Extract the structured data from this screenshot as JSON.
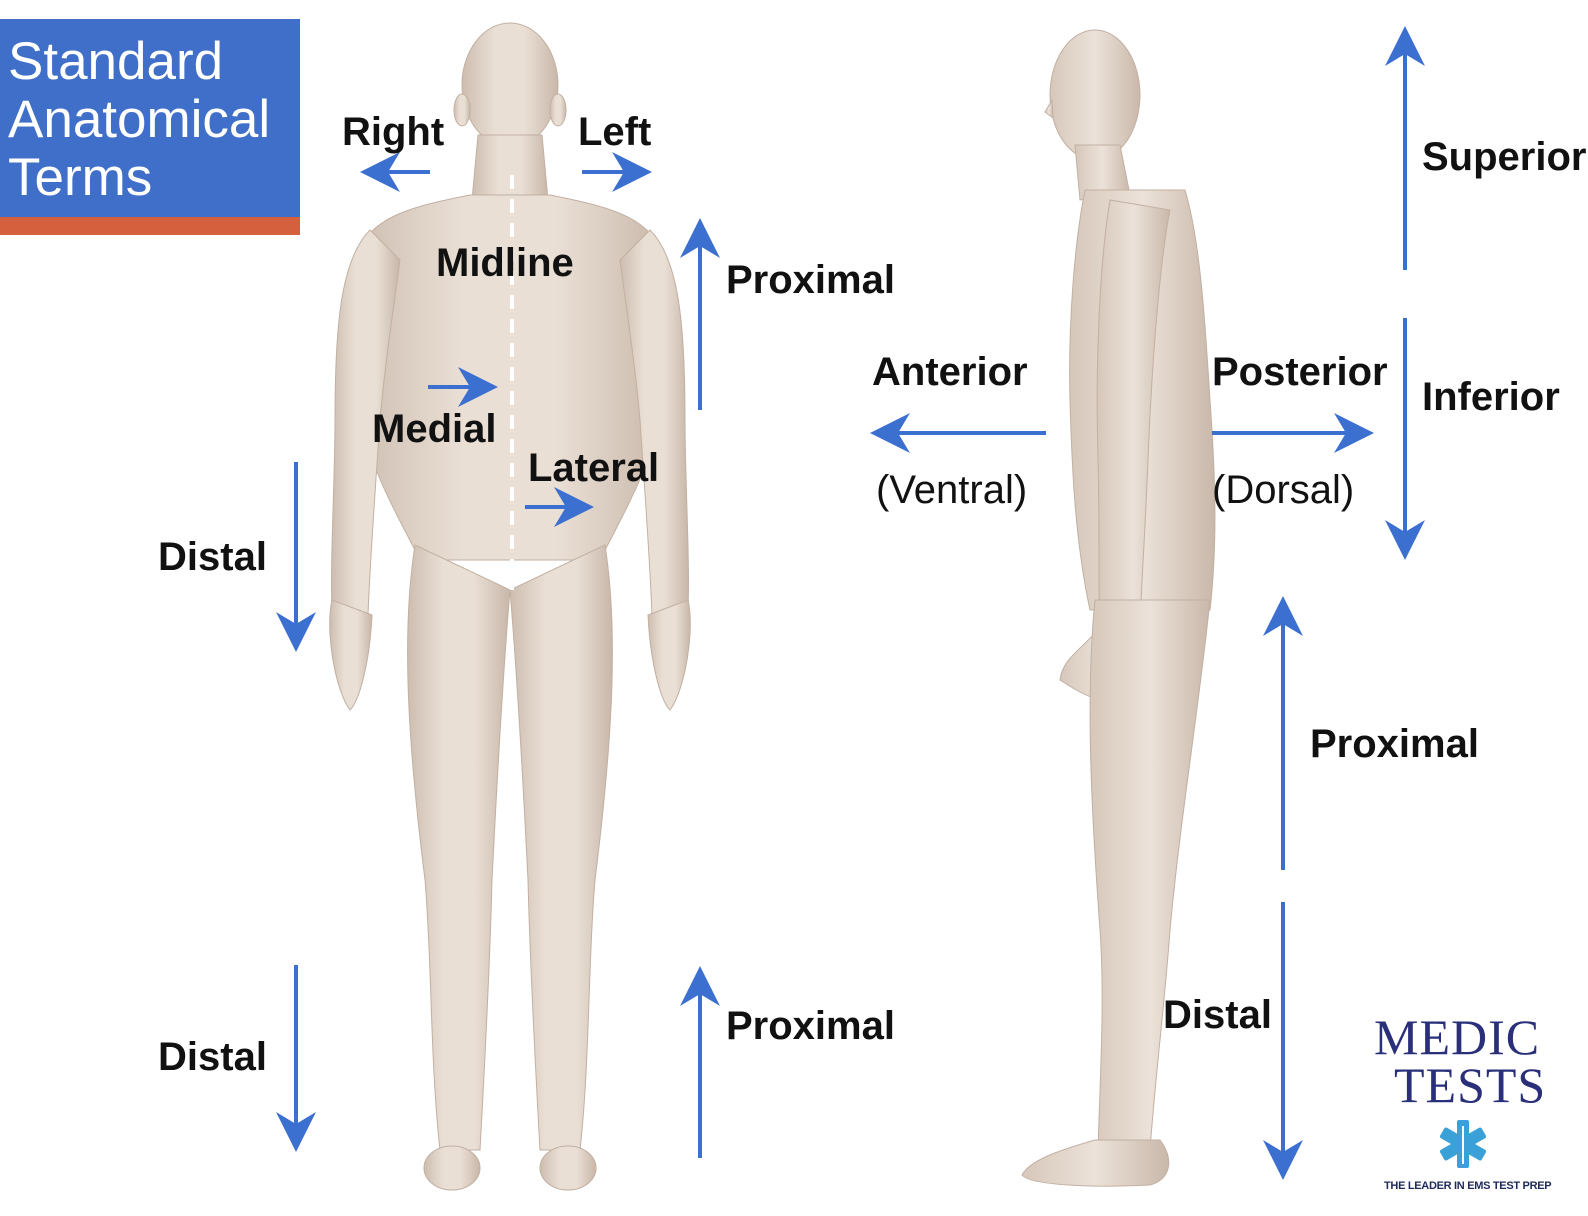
{
  "title": {
    "line1": "Standard",
    "line2": "Anatomical",
    "line3": "Terms"
  },
  "labels": {
    "right": "Right",
    "left": "Left",
    "midline": "Midline",
    "proximal_upper_front": "Proximal",
    "medial": "Medial",
    "lateral": "Lateral",
    "distal_arm_front": "Distal",
    "distal_leg_front": "Distal",
    "proximal_leg_front": "Proximal",
    "anterior": "Anterior",
    "ventral": "(Ventral)",
    "posterior": "Posterior",
    "dorsal": "(Dorsal)",
    "superior": "Superior",
    "inferior": "Inferior",
    "proximal_side": "Proximal",
    "distal_side": "Distal"
  },
  "logo": {
    "line1": "MEDIC",
    "line2": "TESTS",
    "tagline": "THE LEADER IN EMS TEST PREP"
  },
  "colors": {
    "arrow": "#3b6fd0",
    "title_bg": "#3f6fc8",
    "title_accent": "#d4603e",
    "skin": "#e3d5c8",
    "logo": "#2a2f7a"
  },
  "icons": {
    "logo_mark": "star-of-life-icon"
  }
}
